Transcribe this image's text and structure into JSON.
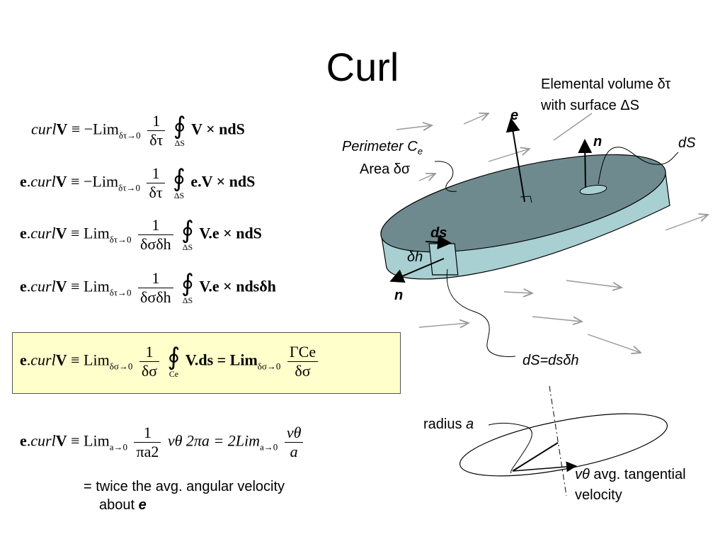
{
  "title": "Curl",
  "equations": {
    "eq1": {
      "lhs": "curlV",
      "op": "≡ −Lim",
      "limit": "δτ→0",
      "frac_num": "1",
      "frac_den": "δτ",
      "int_lim": "ΔS",
      "integrand": "V × ndS"
    },
    "eq2": {
      "lhs": "e.curlV",
      "op": "≡ −Lim",
      "limit": "δτ→0",
      "frac_num": "1",
      "frac_den": "δτ",
      "int_lim": "ΔS",
      "integrand": "e.V × ndS"
    },
    "eq3": {
      "lhs": "e.curlV",
      "op": "≡ Lim",
      "limit": "δτ→0",
      "frac_num": "1",
      "frac_den": "δσδh",
      "int_lim": "ΔS",
      "integrand": "V.e × ndS"
    },
    "eq4": {
      "lhs": "e.curlV",
      "op": "≡ Lim",
      "limit": "δτ→0",
      "frac_num": "1",
      "frac_den": "δσδh",
      "int_lim": "ΔS",
      "integrand": "V.e × ndsδh"
    },
    "eq5": {
      "lhs": "e.curlV",
      "op": "≡ Lim",
      "limit": "δσ→0",
      "frac_num": "1",
      "frac_den": "δσ",
      "int_lim": "Ce",
      "integrand": "V.ds = Lim",
      "limit2": "δσ→0",
      "frac2_num": "ΓCe",
      "frac2_den": "δσ"
    },
    "eq6": {
      "lhs": "e.curlV",
      "op": "≡ Lim",
      "limit": "a→0",
      "frac_num": "1",
      "frac_den": "πa2",
      "body": "vθ 2πa = 2Lim",
      "limit2": "a→0",
      "frac2_num": "vθ",
      "frac2_den": "a"
    }
  },
  "note": {
    "line1": "= twice the avg. angular velocity",
    "line2_prefix": "about ",
    "line2_var": "e"
  },
  "labels": {
    "elemental_volume": "Elemental volume δτ",
    "with_surface": "with surface ΔS",
    "e_axis": "e",
    "n_top": "n",
    "ds_top": "dS",
    "perimeter": "Perimeter C",
    "perimeter_sub": "e",
    "area": "Area δσ",
    "ds_edge": "ds",
    "dh": "δh",
    "n_side": "n",
    "ds_eq": "dS=dsδh",
    "radius": "radius ",
    "radius_var": "a",
    "v_theta": "vθ",
    "tangential": "avg. tangential",
    "velocity": "velocity"
  },
  "colors": {
    "disk_top": "#6f8a8f",
    "disk_side": "#a8cfd2",
    "highlight": "#ffffcc",
    "flow_arrow": "#999999"
  }
}
